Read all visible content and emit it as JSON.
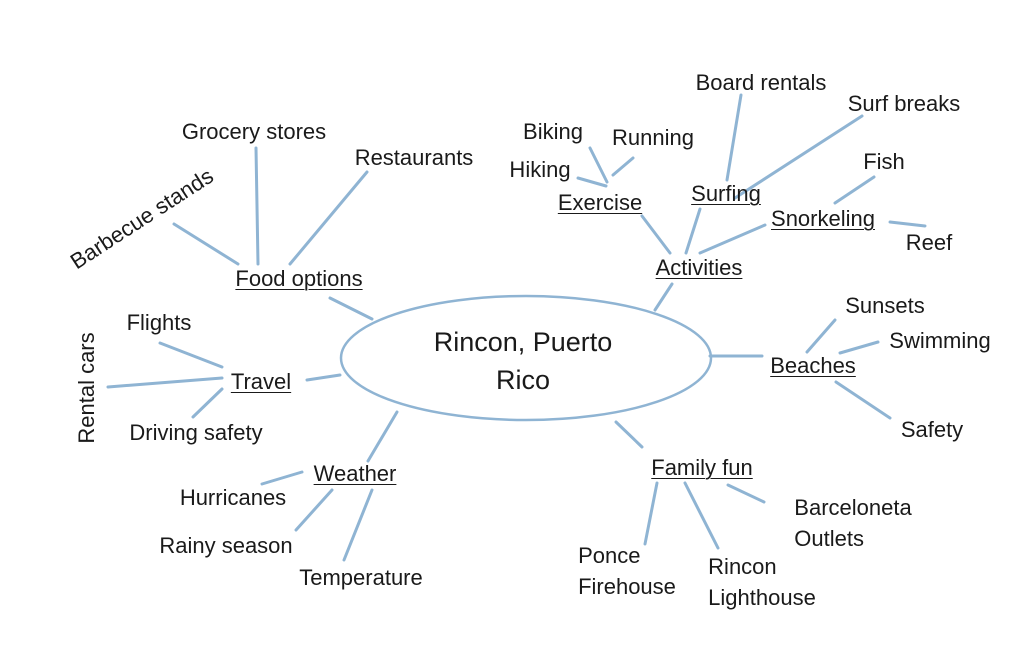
{
  "center": "Rincon, Puerto\nRico",
  "colors": {
    "edge": "#8fb4d3",
    "ellipse_stroke": "#8fb4d3",
    "text": "#1a1a1a"
  },
  "hubs": {
    "food": "Food options",
    "activities": "Activities",
    "beaches": "Beaches",
    "travel": "Travel",
    "weather": "Weather",
    "family": "Family fun",
    "exercise": "Exercise",
    "surfing": "Surfing",
    "snorkeling": "Snorkeling"
  },
  "leaves": {
    "grocery": "Grocery stores",
    "restaurants": "Restaurants",
    "barbecue": "Barbecue stands",
    "board_rentals": "Board rentals",
    "surf_breaks": "Surf breaks",
    "biking": "Biking",
    "running": "Running",
    "hiking": "Hiking",
    "fish": "Fish",
    "reef": "Reef",
    "sunsets": "Sunsets",
    "swimming": "Swimming",
    "beach_safety": "Safety",
    "flights": "Flights",
    "rental_cars": "Rental cars",
    "driving_safety": "Driving safety",
    "hurricanes": "Hurricanes",
    "rainy_season": "Rainy season",
    "temperature": "Temperature",
    "barceloneta": "Barceloneta\nOutlets",
    "ponce": "Ponce\nFirehouse",
    "lighthouse": "Rincon\nLighthouse"
  }
}
